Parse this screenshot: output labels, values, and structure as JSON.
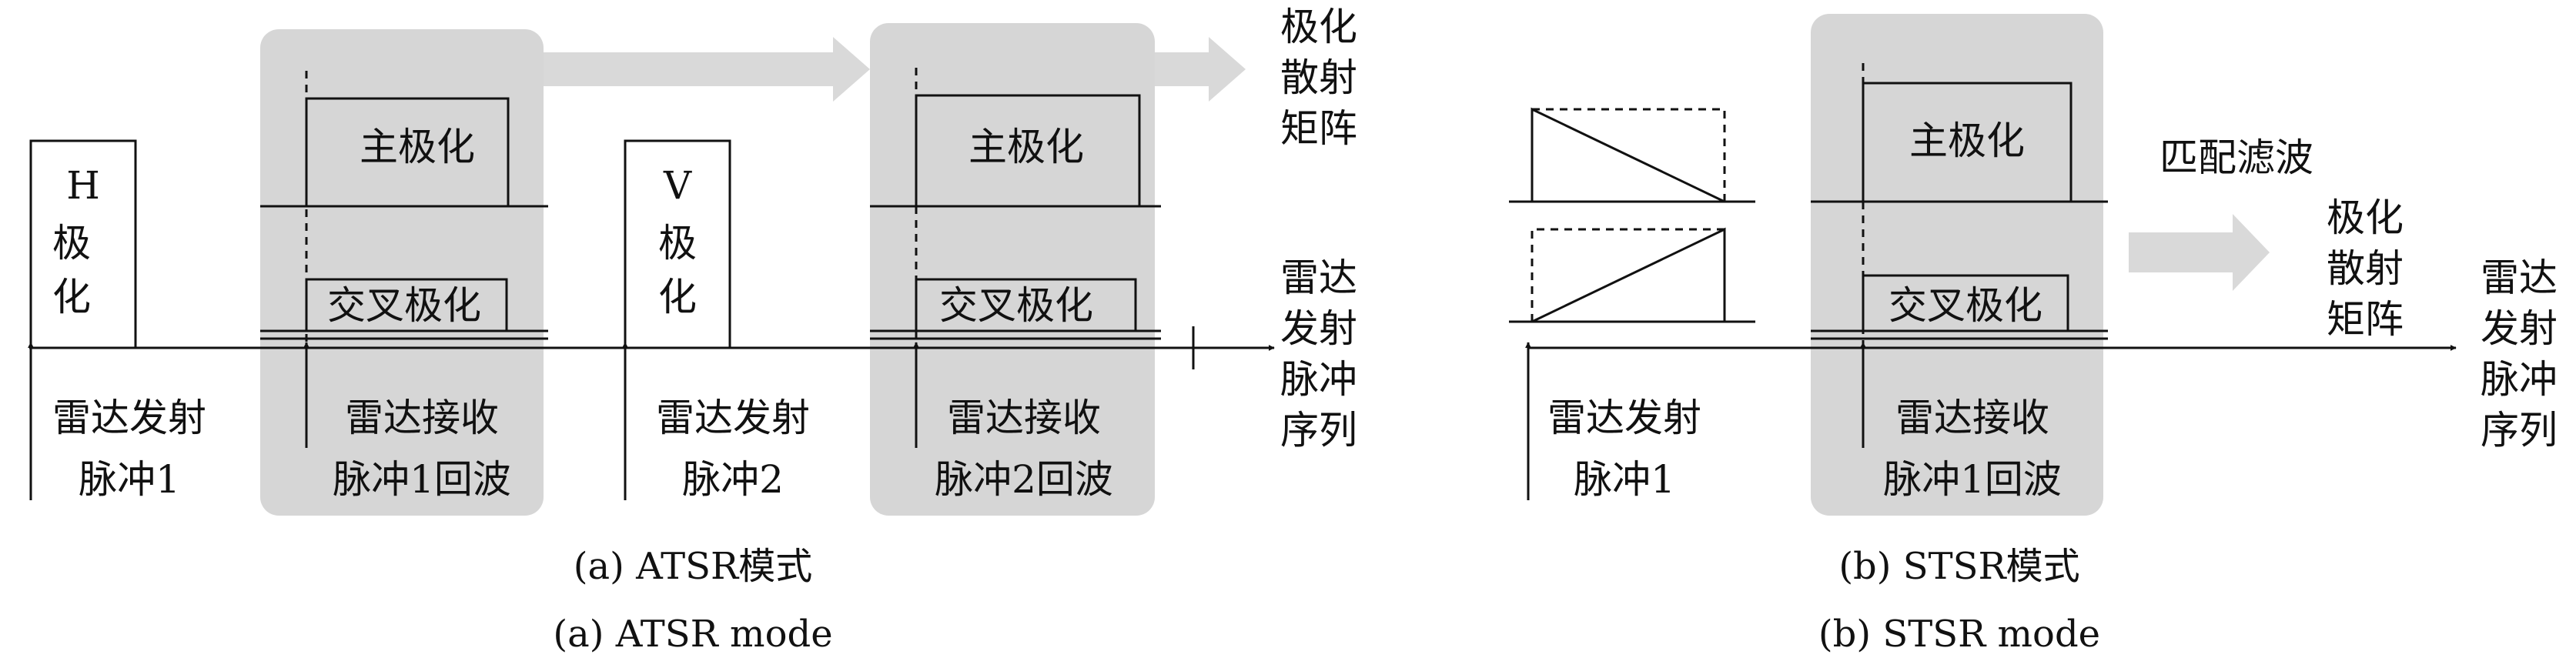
{
  "colors": {
    "shade": "#d6d6d6",
    "arrow_shade": "#d9d9d9",
    "ink": "#111111"
  },
  "panel_a": {
    "h_box": [
      "H",
      "极",
      "化"
    ],
    "v_box": [
      "V",
      "极",
      "化"
    ],
    "main_pol_1": "主极化",
    "cross_pol_1": "交叉极化",
    "main_pol_2": "主极化",
    "cross_pol_2": "交叉极化",
    "tx_pulse_1": [
      "雷达发射",
      "脉冲1"
    ],
    "rx_pulse_1": [
      "雷达接收",
      "脉冲1回波"
    ],
    "tx_pulse_2": [
      "雷达发射",
      "脉冲2"
    ],
    "rx_pulse_2": [
      "雷达接收",
      "脉冲2回波"
    ],
    "scatter_matrix": [
      "极化",
      "散射",
      "矩阵"
    ],
    "pulse_train": [
      "雷达",
      "发射",
      "脉冲",
      "序列"
    ],
    "caption_cn": "(a) ATSR模式",
    "caption_en": "(a) ATSR mode"
  },
  "panel_b": {
    "main_pol": "主极化",
    "cross_pol": "交叉极化",
    "tx_pulse_1": [
      "雷达发射",
      "脉冲1"
    ],
    "rx_pulse_1": [
      "雷达接收",
      "脉冲1回波"
    ],
    "matched_filter": "匹配滤波",
    "scatter_matrix": [
      "极化",
      "散射",
      "矩阵"
    ],
    "pulse_train": [
      "雷达",
      "发射",
      "脉冲",
      "序列"
    ],
    "caption_cn": "(b) STSR模式",
    "caption_en": "(b) STSR mode"
  }
}
